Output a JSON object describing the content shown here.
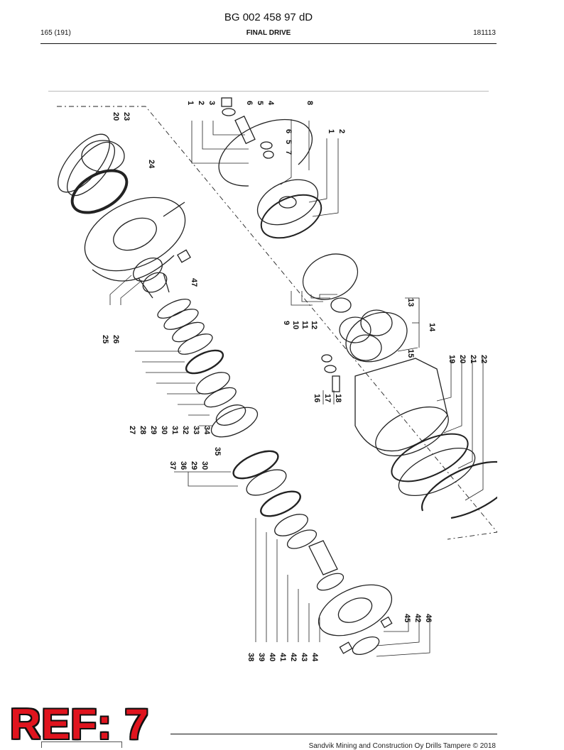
{
  "document": {
    "doc_id": "BG 002 458 97 dD",
    "page": "165 (191)",
    "section": "FINAL DRIVE",
    "part_number": "181113"
  },
  "reference_label": "REF: 7",
  "footer": {
    "copyright": "Sandvik Mining and Construction Oy Drills Tampere © 2018"
  },
  "part_numbers": [
    "1",
    "2",
    "3",
    "6",
    "5",
    "4",
    "8",
    "6",
    "5",
    "7",
    "1",
    "2",
    "20",
    "23",
    "24",
    "47",
    "25",
    "26",
    "9",
    "10",
    "11",
    "12",
    "13",
    "14",
    "15",
    "19",
    "20",
    "21",
    "22",
    "16",
    "17",
    "18",
    "27",
    "28",
    "29",
    "30",
    "31",
    "32",
    "33",
    "34",
    "35",
    "37",
    "36",
    "29",
    "30",
    "38",
    "39",
    "40",
    "41",
    "42",
    "43",
    "44",
    "45",
    "42",
    "46"
  ]
}
